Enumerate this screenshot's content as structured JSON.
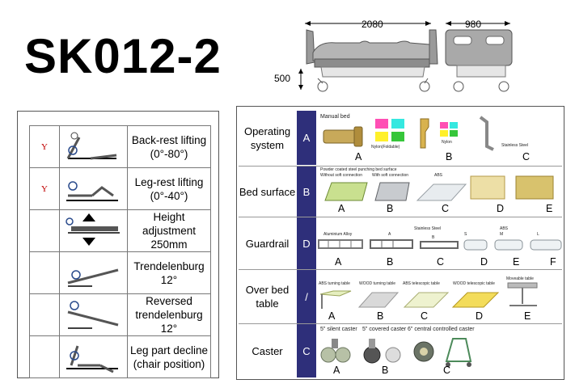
{
  "title": "SK012-2",
  "dimensions": {
    "length": "2080",
    "width": "980",
    "height": "500"
  },
  "functions": [
    {
      "mark": "Y",
      "label": "Back-rest lifting (0°-80°)"
    },
    {
      "mark": "Y",
      "label": "Leg-rest lifting (0°-40°)"
    },
    {
      "mark": "",
      "label": "Height adjustment 250mm"
    },
    {
      "mark": "",
      "label": "Trendelenburg 12°"
    },
    {
      "mark": "",
      "label": "Reversed trendelenburg 12°"
    },
    {
      "mark": "",
      "label": "Leg part decline (chair position)"
    }
  ],
  "options": [
    {
      "category": "Operating system",
      "code": "A",
      "captions": [
        "Manual bed",
        "Nylon(Foldable)",
        "Nylon",
        "Stainless Steel"
      ],
      "letters": [
        "A",
        "B",
        "C"
      ]
    },
    {
      "category": "Bed surface",
      "code": "B",
      "captions": [
        "Powder coated steel punching bed surface",
        "Without soft connection",
        "With soft connection",
        "ABS"
      ],
      "letters": [
        "A",
        "B",
        "C",
        "D",
        "E"
      ]
    },
    {
      "category": "Guardrail",
      "code": "D",
      "captions": [
        "Stainless Steel",
        "Aluminium Alloy",
        "A",
        "B",
        "ABS",
        "S",
        "M",
        "L"
      ],
      "letters": [
        "A",
        "B",
        "C",
        "D",
        "E",
        "F"
      ]
    },
    {
      "category": "Over bed table",
      "code": "/",
      "captions": [
        "ABS turning table",
        "WOOD turning table",
        "ABS telescopic table",
        "WOOD telescopic table",
        "Moveable table"
      ],
      "letters": [
        "A",
        "B",
        "C",
        "D",
        "E"
      ]
    },
    {
      "category": "Caster",
      "code": "C",
      "captions": [
        "5\" silent caster",
        "5\" covered caster",
        "6\" central controlled caster"
      ],
      "letters": [
        "A",
        "B",
        "C"
      ]
    }
  ]
}
